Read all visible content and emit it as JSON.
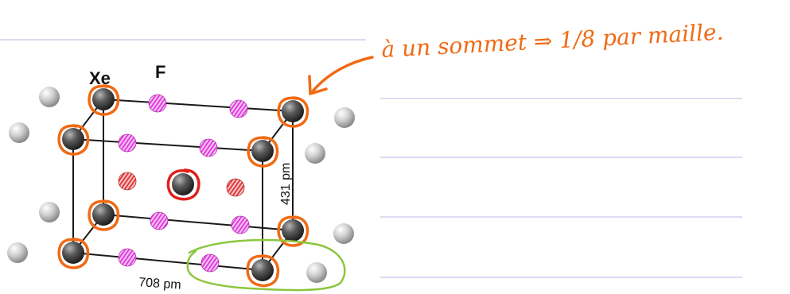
{
  "labels": {
    "atom_xe": "Xe",
    "atom_f": "F",
    "dim_height": "431 pm",
    "dim_width": "708 pm"
  },
  "annotation": {
    "text": "à un sommet ⇒ 1/8 par maille.",
    "color": "#f06a14"
  },
  "colors": {
    "ruled_line": "#b7b9e4",
    "xe_atom": "#4a4a4a",
    "outer_atom": "#c8c8c8",
    "f_atom": "#e23ee0",
    "f_atom_inner": "#e23a3a",
    "highlight_orange": "#f06a14",
    "highlight_red": "#e0201c",
    "highlight_green": "#8cc63f"
  }
}
